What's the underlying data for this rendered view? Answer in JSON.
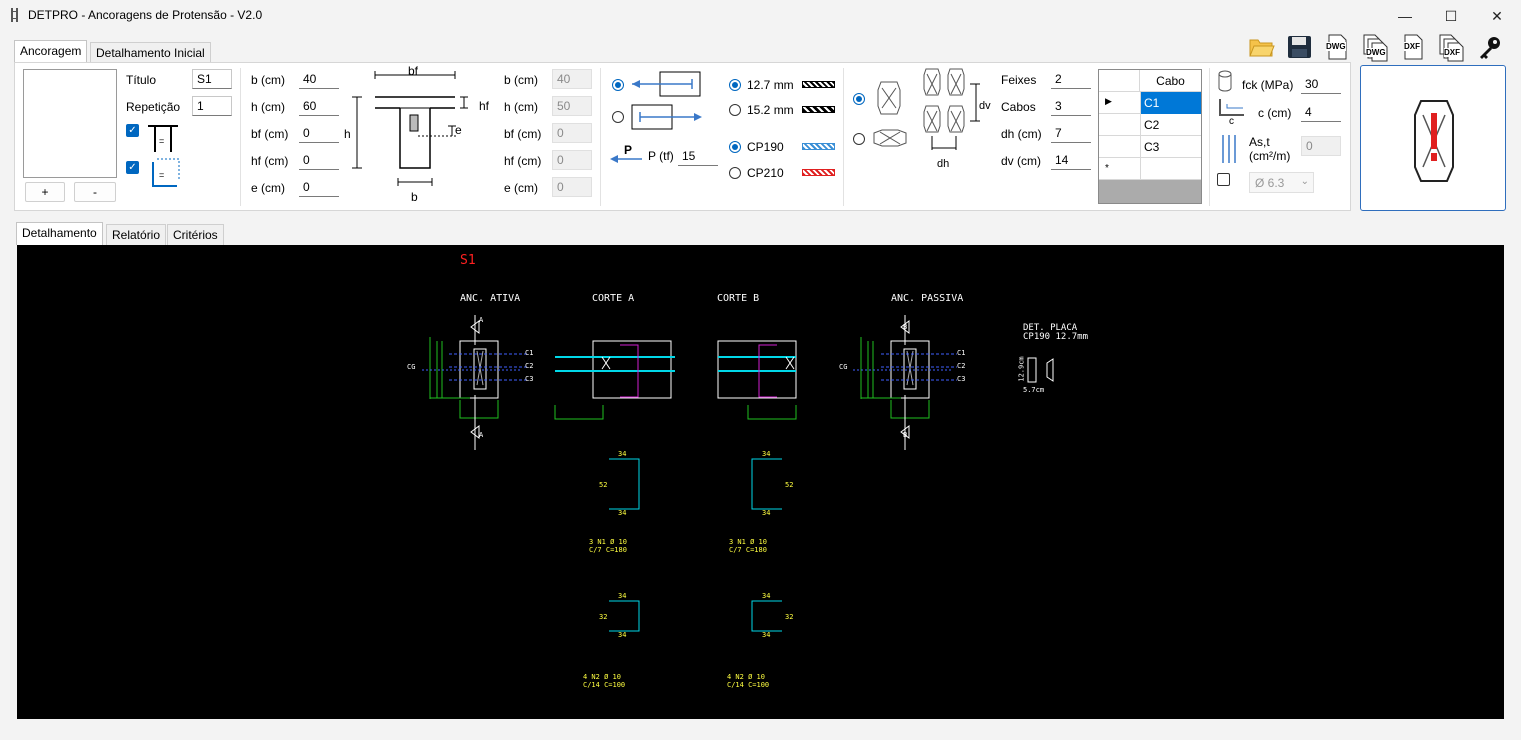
{
  "window": {
    "title": "DETPRO - Ancoragens de Protensão - V2.0",
    "minimize": "—",
    "maximize": "☐",
    "close": "✕"
  },
  "top_tabs": [
    "Ancoragem",
    "Detalhamento Inicial"
  ],
  "toolbar": {
    "open_icon": "folder-open-icon",
    "save_icon": "save-icon",
    "dwg_label": "DWG",
    "dxf_label": "DXF"
  },
  "list_panel": {
    "add_label": "+",
    "remove_label": "-"
  },
  "section": {
    "titulo_label": "Título",
    "titulo_value": "S1",
    "repeticao_label": "Repetição",
    "repeticao_value": "1",
    "check1": true,
    "check2": true
  },
  "geometry_left": {
    "b_label": "b (cm)",
    "b_value": "40",
    "h_label": "h (cm)",
    "h_value": "60",
    "bf_label": "bf (cm)",
    "bf_value": "0",
    "hf_label": "hf (cm)",
    "hf_value": "0",
    "e_label": "e (cm)",
    "e_value": "0"
  },
  "diagram_labels": {
    "bf": "bf",
    "hf": "hf",
    "h": "h",
    "e": "e",
    "b": "b"
  },
  "geometry_right": {
    "b_label": "b (cm)",
    "b_value": "40",
    "h_label": "h (cm)",
    "h_value": "50",
    "bf_label": "bf (cm)",
    "bf_value": "0",
    "hf_label": "hf (cm)",
    "hf_value": "0",
    "e_label": "e (cm)",
    "e_value": "0"
  },
  "force": {
    "p_symbol": "P",
    "p_label": "P (tf)",
    "p_value": "15"
  },
  "strand": {
    "d127": "12.7 mm",
    "d152": "15.2 mm",
    "cp190": "CP190",
    "cp210": "CP210",
    "colors": {
      "d127": "#000000",
      "d152": "#000000",
      "cp190": "#3a8fd6",
      "cp210": "#e02020"
    }
  },
  "bundle": {
    "feixes_label": "Feixes",
    "feixes_value": "2",
    "cabos_label": "Cabos",
    "cabos_value": "3",
    "dh_label": "dh (cm)",
    "dh_value": "7",
    "dv_label": "dv (cm)",
    "dv_value": "14",
    "dv_symbol": "dv",
    "dh_symbol": "dh"
  },
  "cable_grid": {
    "header": "Cabo",
    "rows": [
      "C1",
      "C2",
      "C3"
    ],
    "selected": "C1",
    "new_row_marker": "*"
  },
  "concrete": {
    "fck_label": "fck (MPa)",
    "fck_value": "30",
    "c_label": "c (cm)",
    "c_value": "4",
    "c_symbol": "c",
    "ast_label_1": "As,t",
    "ast_label_2": "(cm²/m)",
    "ast_value": "0",
    "bar_option": "Ø 6.3",
    "bar_check": false
  },
  "bottom_tabs": [
    "Detalhamento",
    "Relatório",
    "Critérios"
  ],
  "drawing": {
    "section_id": "S1",
    "titles": [
      "ANC. ATIVA",
      "CORTE A",
      "CORTE B",
      "ANC. PASSIVA"
    ],
    "det_placa": "DET. PLACA",
    "det_placa_sub": "CP190 12.7mm",
    "plate_h": "12.9cm",
    "plate_w": "5.7cm",
    "cg": "CG",
    "cables": [
      "C1",
      "C2",
      "C3"
    ],
    "section_marks": {
      "a": "A",
      "b": "B"
    },
    "stirrup_large": {
      "top": "34",
      "bottom": "34",
      "side": "52"
    },
    "stirrup_small": {
      "top": "34",
      "bottom": "34",
      "side": "32"
    },
    "callout_n1": [
      "3 N1 Ø 10",
      "C/7 C=180"
    ],
    "callout_n2": [
      "4 N2 Ø 10",
      "C/14 C=100"
    ]
  }
}
